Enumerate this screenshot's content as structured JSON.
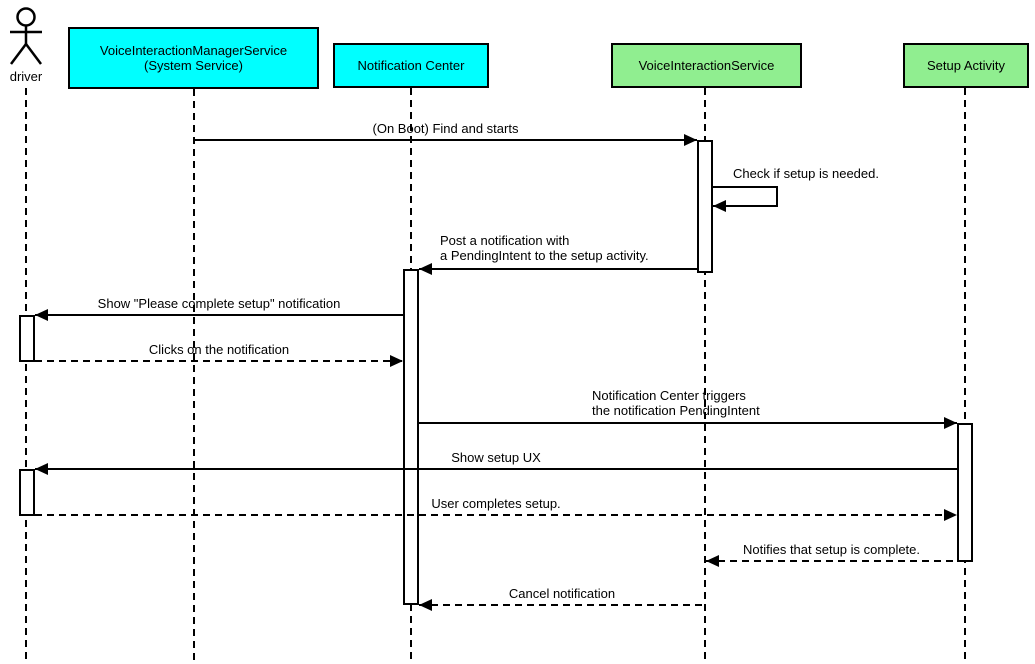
{
  "diagram_type": "uml-sequence",
  "colors": {
    "system_participant_fill": "#00ffff",
    "app_participant_fill": "#90ee90",
    "line_color": "#000000",
    "background": "#ffffff"
  },
  "actor": {
    "label": "driver"
  },
  "participants": [
    {
      "id": "vims",
      "label": "VoiceInteractionManagerService\n(System Service)",
      "fill": "#00ffff"
    },
    {
      "id": "nc",
      "label": "Notification Center",
      "fill": "#00ffff"
    },
    {
      "id": "vis",
      "label": "VoiceInteractionService",
      "fill": "#90ee90"
    },
    {
      "id": "sa",
      "label": "Setup Activity",
      "fill": "#90ee90"
    }
  ],
  "messages": [
    {
      "from": "VoiceInteractionManagerService (System Service)",
      "to": "VoiceInteractionService",
      "style": "solid",
      "label": "(On Boot) Find and starts"
    },
    {
      "from": "VoiceInteractionService",
      "to": "VoiceInteractionService",
      "style": "solid-self",
      "label": "Check if setup is needed."
    },
    {
      "from": "VoiceInteractionService",
      "to": "Notification Center",
      "style": "solid",
      "label": "Post a notification with\na PendingIntent to the setup activity."
    },
    {
      "from": "Notification Center",
      "to": "driver",
      "style": "solid",
      "label": "Show \"Please complete setup\" notification"
    },
    {
      "from": "driver",
      "to": "Notification Center",
      "style": "dashed",
      "label": "Clicks on the notification"
    },
    {
      "from": "Notification Center",
      "to": "Setup Activity",
      "style": "solid",
      "label": "Notification Center triggers\nthe notification PendingIntent"
    },
    {
      "from": "Setup Activity",
      "to": "driver",
      "style": "solid",
      "label": "Show setup UX"
    },
    {
      "from": "driver",
      "to": "Setup Activity",
      "style": "dashed",
      "label": "User completes setup."
    },
    {
      "from": "Setup Activity",
      "to": "VoiceInteractionService",
      "style": "dashed",
      "label": "Notifies that setup is complete."
    },
    {
      "from": "VoiceInteractionService",
      "to": "Notification Center",
      "style": "dashed",
      "label": "Cancel notification"
    }
  ]
}
